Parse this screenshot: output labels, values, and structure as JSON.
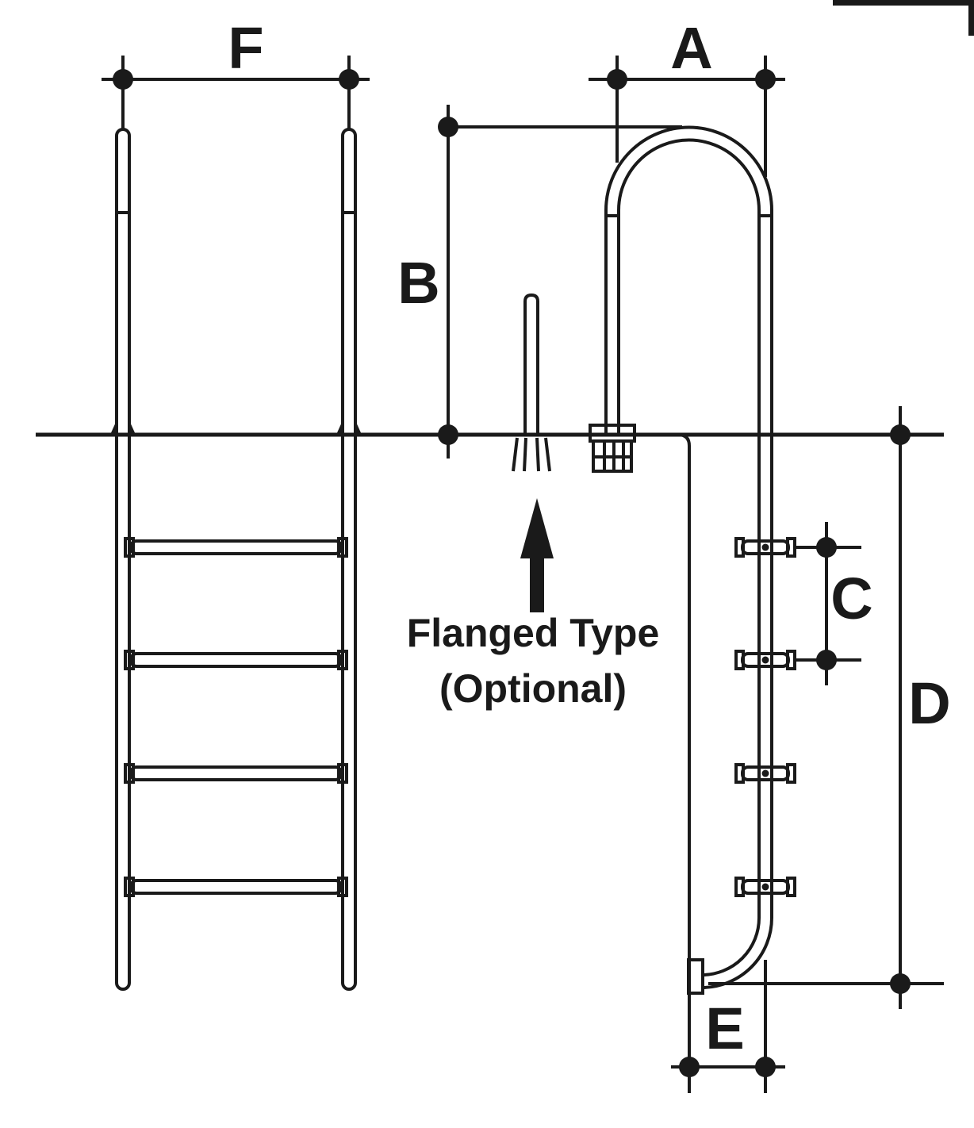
{
  "colors": {
    "ink": "#1a1a1a",
    "background": "#ffffff"
  },
  "dimension_labels": {
    "F": "F",
    "A": "A",
    "B": "B",
    "C": "C",
    "D": "D",
    "E": "E"
  },
  "annotation": {
    "line1": "Flanged Type",
    "line2": "(Optional)"
  }
}
